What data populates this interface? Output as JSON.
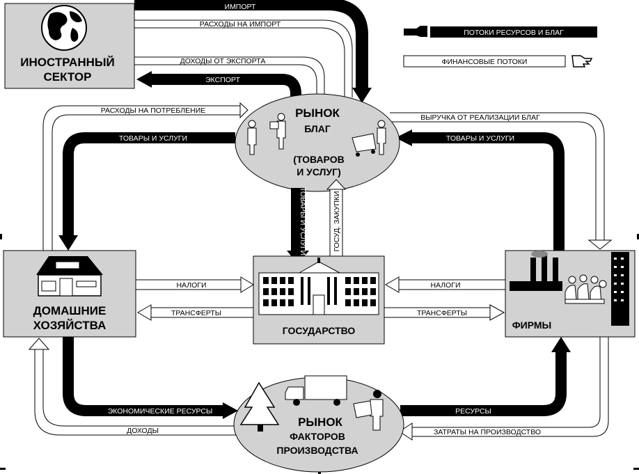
{
  "legend": {
    "resource_flows": "ПОТОКИ РЕСУРСОВ И БЛАГ",
    "financial_flows": "ФИНАНСОВЫЕ ПОТОКИ"
  },
  "nodes": {
    "foreign_sector": [
      "ИНОСТРАННЫЙ",
      "СЕКТОР"
    ],
    "goods_market_title": [
      "РЫНОК",
      "БЛАГ"
    ],
    "goods_market_sub": [
      "(ТОВАРОВ",
      "И УСЛУГ)"
    ],
    "households": [
      "ДОМАШНИЕ",
      "ХОЗЯЙСТВА"
    ],
    "government": "ГОСУДАРСТВО",
    "firms": "ФИРМЫ",
    "factor_market_title": "РЫНОК",
    "factor_market_sub": [
      "ФАКТОРОВ",
      "ПРОИЗВОДСТВА"
    ]
  },
  "flows": {
    "import": "ИМПОРТ",
    "import_spending": "РАСХОДЫ НА ИМПОРТ",
    "export_income": "ДОХОДЫ ОТ ЭКСПОРТА",
    "export": "ЭКСПОРТ",
    "consumption_spending": "РАСХОДЫ НА ПОТРЕБЛЕНИЕ",
    "goods_services_left": "ТОВАРЫ И УСЛУГИ",
    "sales_revenue": "ВЫРУЧКА ОТ РЕАЛИЗАЦИИ БЛАГ",
    "goods_services_right": "ТОВАРЫ И УСЛУГИ",
    "goods_to_government": "ТОВАРЫ И УСЛУГИ",
    "government_purchases": "ГОСУД. ЗАКУПКИ",
    "taxes_households": "НАЛОГИ",
    "transfers_households": "ТРАНСФЕРТЫ",
    "taxes_firms": "НАЛОГИ",
    "transfers_firms": "ТРАНСФЕРТЫ",
    "economic_resources": "ЭКОНОМИЧЕСКИЕ РЕСУРСЫ",
    "incomes": "ДОХОДЫ",
    "resources": "РЕСУРСЫ",
    "production_costs": "ЗАТРАТЫ НА ПРОИЗВОДСТВО"
  },
  "icons": [
    "globe-icon",
    "house-icon",
    "government-building-icon",
    "factory-icon",
    "tree-icon",
    "truck-icon",
    "worker-icon",
    "shoppers-icon",
    "cart-icon",
    "pointing-hand-icon"
  ]
}
